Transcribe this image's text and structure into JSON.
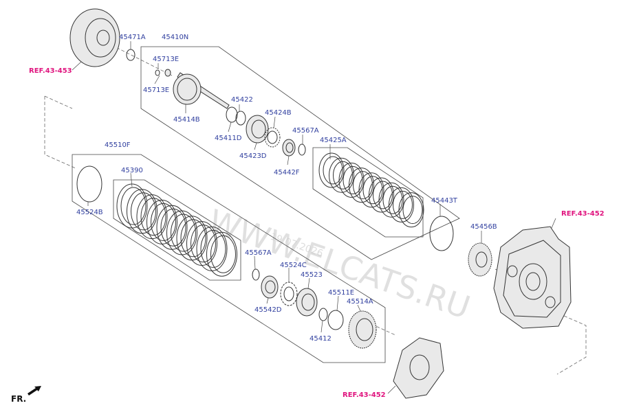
{
  "labels": {
    "p45471A": "45471A",
    "p45410N": "45410N",
    "p45713E_a": "45713E",
    "p45713E_b": "45713E",
    "p45414B": "45414B",
    "p45422": "45422",
    "p45411D": "45411D",
    "p45424B": "45424B",
    "p45423D": "45423D",
    "p45567A_a": "45567A",
    "p45442F": "45442F",
    "p45425A": "45425A",
    "p45443T": "45443T",
    "p45456B": "45456B",
    "p45510F": "45510F",
    "p45390": "45390",
    "p45524B": "45524B",
    "p45567A_b": "45567A",
    "p45524C": "45524C",
    "p45523": "45523",
    "p45542D": "45542D",
    "p45511E": "45511E",
    "p45514A": "45514A",
    "p45412": "45412"
  },
  "refs": {
    "ref_453": "REF.43-453",
    "ref_452_top": "REF.43-452",
    "ref_452_bottom": "REF.43-452"
  },
  "front_label": "FR.",
  "watermark": {
    "site": "WWW.ELCATS.RU",
    "date": "19.07.2026"
  },
  "colors": {
    "part_number": "#2f3e9e",
    "reference": "#e0157f"
  }
}
